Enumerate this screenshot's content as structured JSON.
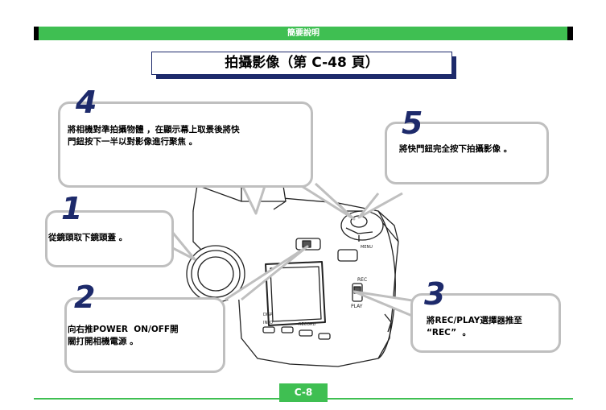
{
  "header": {
    "title": "簡要說明"
  },
  "title": "拍攝影像（第 C-48 頁）",
  "steps": [
    {
      "number": "1",
      "text": "從鏡頭取下鏡頭蓋 。"
    },
    {
      "number": "2",
      "text": "向右推POWER  ON/OFF開\n關打開相機電源 。"
    },
    {
      "number": "3",
      "text": "將REC/PLAY選擇器推至\n“REC”  。"
    },
    {
      "number": "4",
      "text": "將相機對準拍攝物體 ，在顯示幕上取景後將快\n門鈕按下一半以對影像進行聚焦 。"
    },
    {
      "number": "5",
      "text": "將快門鈕完全按下拍攝影像 。"
    }
  ],
  "camera_labels": {
    "rec": "REC",
    "play": "PLAY",
    "menu": "MENU",
    "disp": "DISP",
    "info": "INFO",
    "record": "RECORD"
  },
  "colors": {
    "accent_green": "#3fbf52",
    "navy": "#1d2a6b",
    "bubble_border": "#bfbfbf"
  },
  "footer": {
    "page": "C-8"
  }
}
